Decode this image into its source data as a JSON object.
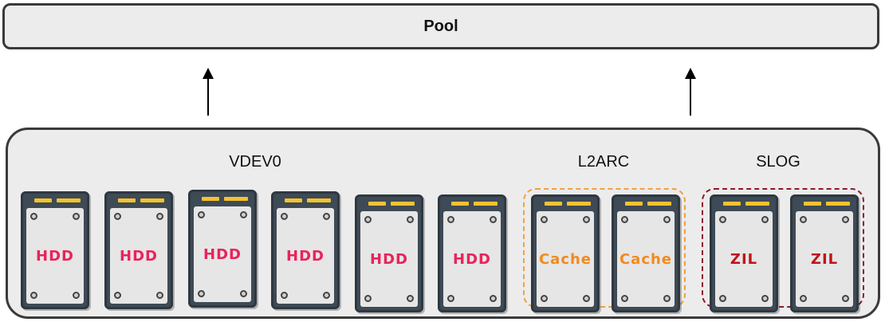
{
  "pool": {
    "label": "Pool"
  },
  "groups": [
    {
      "label": "VDEV0"
    },
    {
      "label": "L2ARC",
      "border_color": "#f0a040"
    },
    {
      "label": "SLOG",
      "border_color": "#8b1a2a"
    }
  ],
  "drives": [
    {
      "label": "HDD",
      "color": "#e8245a",
      "icon": "hard-drive-icon"
    },
    {
      "label": "HDD",
      "color": "#e8245a",
      "icon": "hard-drive-icon"
    },
    {
      "label": "HDD",
      "color": "#e8245a",
      "icon": "hard-drive-icon"
    },
    {
      "label": "HDD",
      "color": "#e8245a",
      "icon": "hard-drive-icon"
    },
    {
      "label": "HDD",
      "color": "#e8245a",
      "icon": "hard-drive-icon"
    },
    {
      "label": "HDD",
      "color": "#e8245a",
      "icon": "hard-drive-icon"
    },
    {
      "label": "Cache",
      "color": "#f28a1e",
      "icon": "hard-drive-icon"
    },
    {
      "label": "Cache",
      "color": "#f28a1e",
      "icon": "hard-drive-icon"
    },
    {
      "label": "ZIL",
      "color": "#c0141c",
      "icon": "hard-drive-icon"
    },
    {
      "label": "ZIL",
      "color": "#c0141c",
      "icon": "hard-drive-icon"
    }
  ]
}
